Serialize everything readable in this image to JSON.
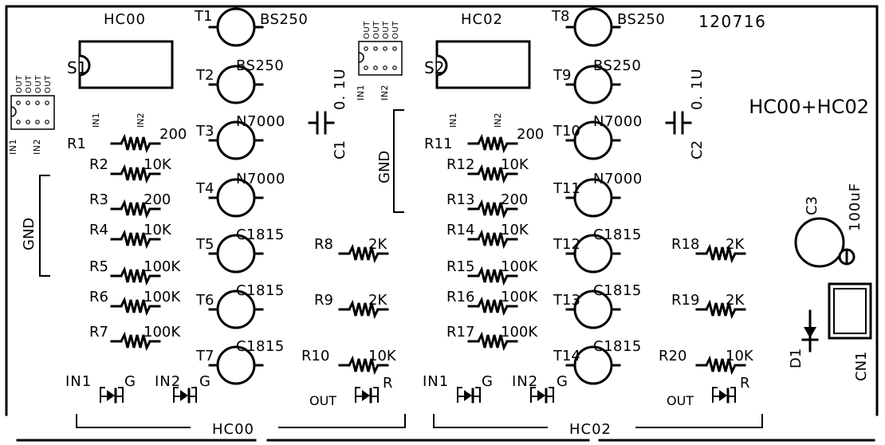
{
  "board": {
    "id": "120716",
    "title": "HC00+HC02",
    "bottom_labels": [
      "HC00",
      "HC02"
    ]
  },
  "halves": [
    {
      "ic_label": "HC00",
      "socket": "S1",
      "bottom": "HC00",
      "cap": "C1",
      "transistors": [
        {
          "ref": "T1",
          "part": "BS250"
        },
        {
          "ref": "T2",
          "part": "BS250"
        },
        {
          "ref": "T3",
          "part": "N7000"
        },
        {
          "ref": "T4",
          "part": "N7000"
        },
        {
          "ref": "T5",
          "part": "C1815"
        },
        {
          "ref": "T6",
          "part": "C1815"
        },
        {
          "ref": "T7",
          "part": "C1815"
        }
      ],
      "resistors": [
        {
          "ref": "R1",
          "value": "200"
        },
        {
          "ref": "R2",
          "value": "10K"
        },
        {
          "ref": "R3",
          "value": "200"
        },
        {
          "ref": "R4",
          "value": "10K"
        },
        {
          "ref": "R5",
          "value": "100K"
        },
        {
          "ref": "R6",
          "value": "100K"
        },
        {
          "ref": "R7",
          "value": "100K"
        }
      ],
      "resistors_right": [
        {
          "ref": "R8",
          "value": "2K"
        },
        {
          "ref": "R9",
          "value": "2K"
        },
        {
          "ref": "R10",
          "value": "10K"
        }
      ]
    },
    {
      "ic_label": "HC02",
      "socket": "S2",
      "bottom": "HC02",
      "cap": "C2",
      "transistors": [
        {
          "ref": "T8",
          "part": "BS250"
        },
        {
          "ref": "T9",
          "part": "BS250"
        },
        {
          "ref": "T10",
          "part": "N7000"
        },
        {
          "ref": "T11",
          "part": "N7000"
        },
        {
          "ref": "T12",
          "part": "C1815"
        },
        {
          "ref": "T13",
          "part": "C1815"
        },
        {
          "ref": "T14",
          "part": "C1815"
        }
      ],
      "resistors": [
        {
          "ref": "R11",
          "value": "200"
        },
        {
          "ref": "R12",
          "value": "10K"
        },
        {
          "ref": "R13",
          "value": "200"
        },
        {
          "ref": "R14",
          "value": "10K"
        },
        {
          "ref": "R15",
          "value": "100K"
        },
        {
          "ref": "R16",
          "value": "100K"
        },
        {
          "ref": "R17",
          "value": "100K"
        }
      ],
      "resistors_right": [
        {
          "ref": "R18",
          "value": "2K"
        },
        {
          "ref": "R19",
          "value": "2K"
        },
        {
          "ref": "R20",
          "value": "10K"
        }
      ]
    }
  ],
  "labels": {
    "cap_value": "0. 1U",
    "gnd": "GND",
    "in1": "IN1",
    "in2": "IN2",
    "out": "OUT",
    "g": "G",
    "r": "R",
    "c3": "C3",
    "c3_value": "100uF",
    "d1": "D1",
    "cn1": "CN1"
  },
  "mini_ics": [
    {
      "top_pins": [
        "OUT",
        "OUT",
        "OUT",
        "OUT"
      ],
      "bottom_pins": [
        "IN1",
        "IN2"
      ]
    },
    {
      "top_pins": [
        "OUT",
        "OUT",
        "OUT",
        "OUT"
      ],
      "bottom_pins": [
        "IN1",
        "IN2"
      ]
    }
  ]
}
